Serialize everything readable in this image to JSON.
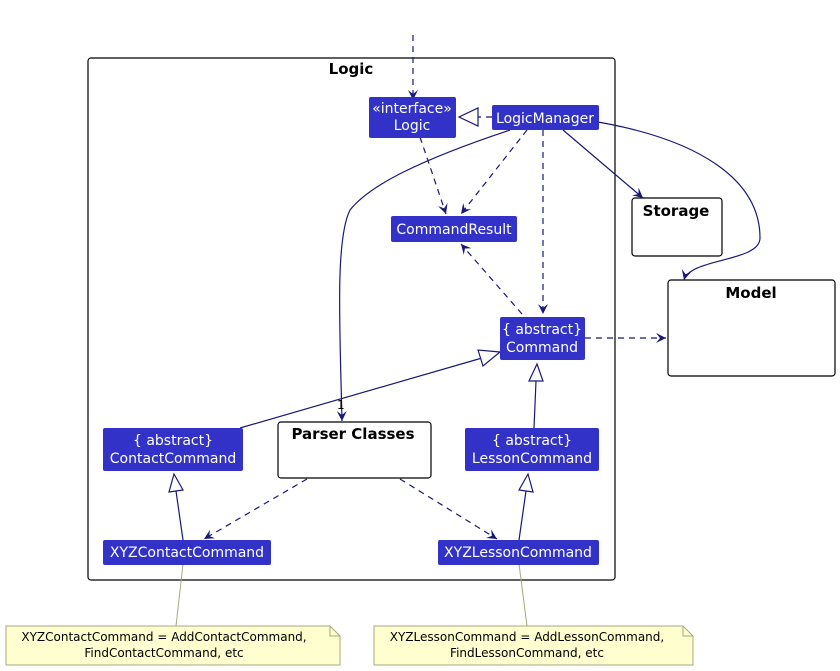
{
  "colors": {
    "class_fill": "#3232c8",
    "edge": "#181878",
    "note_fill": "#fefece",
    "note_stroke": "#a8a880"
  },
  "diagram": {
    "logic_package": {
      "title": "Logic"
    },
    "storage": {
      "title": "Storage"
    },
    "model": {
      "title": "Model"
    },
    "parser_classes": {
      "title": "Parser Classes"
    },
    "logic_interface": {
      "stereotype": "«interface»",
      "name": "Logic"
    },
    "logic_manager": {
      "name": "LogicManager"
    },
    "command_result": {
      "name": "CommandResult"
    },
    "command": {
      "stereotype": "{ abstract}",
      "name": "Command"
    },
    "contact_command": {
      "stereotype": "{ abstract}",
      "name": "ContactCommand"
    },
    "lesson_command": {
      "stereotype": "{ abstract}",
      "name": "LessonCommand"
    },
    "xyz_contact_command": {
      "name": "XYZContactCommand"
    },
    "xyz_lesson_command": {
      "name": "XYZLessonCommand"
    },
    "multiplicity": "1",
    "notes": {
      "contact": {
        "line1": "XYZContactCommand = AddContactCommand,",
        "line2": "FindContactCommand, etc"
      },
      "lesson": {
        "line1": "XYZLessonCommand = AddLessonCommand,",
        "line2": "FindLessonCommand, etc"
      }
    }
  }
}
